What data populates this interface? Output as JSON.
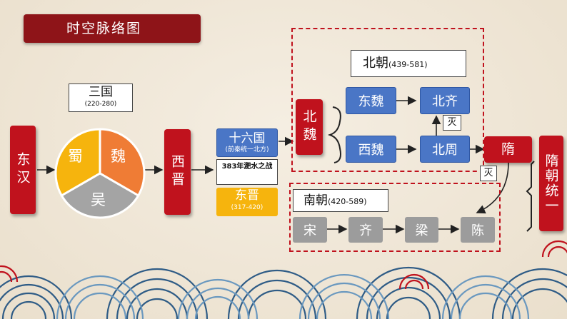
{
  "title": "时空脉络图",
  "nodes": {
    "donghan": "东汉",
    "sanguo": "三国",
    "sanguo_years": "(220-280)",
    "shu": "蜀",
    "wei": "魏",
    "wu": "吴",
    "xijin": "西晋",
    "shiliuguo": "十六国",
    "shiliuguo_note": "(前秦统一北方)",
    "feishui": "383年淝水之战",
    "dongjin": "东晋",
    "dongjin_years": "(317-420)",
    "beiwei": "北魏",
    "beichao": "北朝",
    "beichao_years": "(439-581)",
    "dongwei": "东魏",
    "beiqi": "北齐",
    "xiwei": "西魏",
    "beizhou": "北周",
    "mie1": "灭",
    "mie2": "灭",
    "sui": "隋",
    "sui_unify": "隋朝统一",
    "nanchao": "南朝",
    "nanchao_years": "(420-589)",
    "song": "宋",
    "qi": "齐",
    "liang": "梁",
    "chen": "陈"
  },
  "colors": {
    "red": "#c0121d",
    "dark_red": "#8e1418",
    "blue": "#4a76c6",
    "grey": "#9c9c9c",
    "shu_yellow": "#f6b40d",
    "wei_orange": "#ef7c35",
    "wu_grey": "#a4a4a4"
  }
}
